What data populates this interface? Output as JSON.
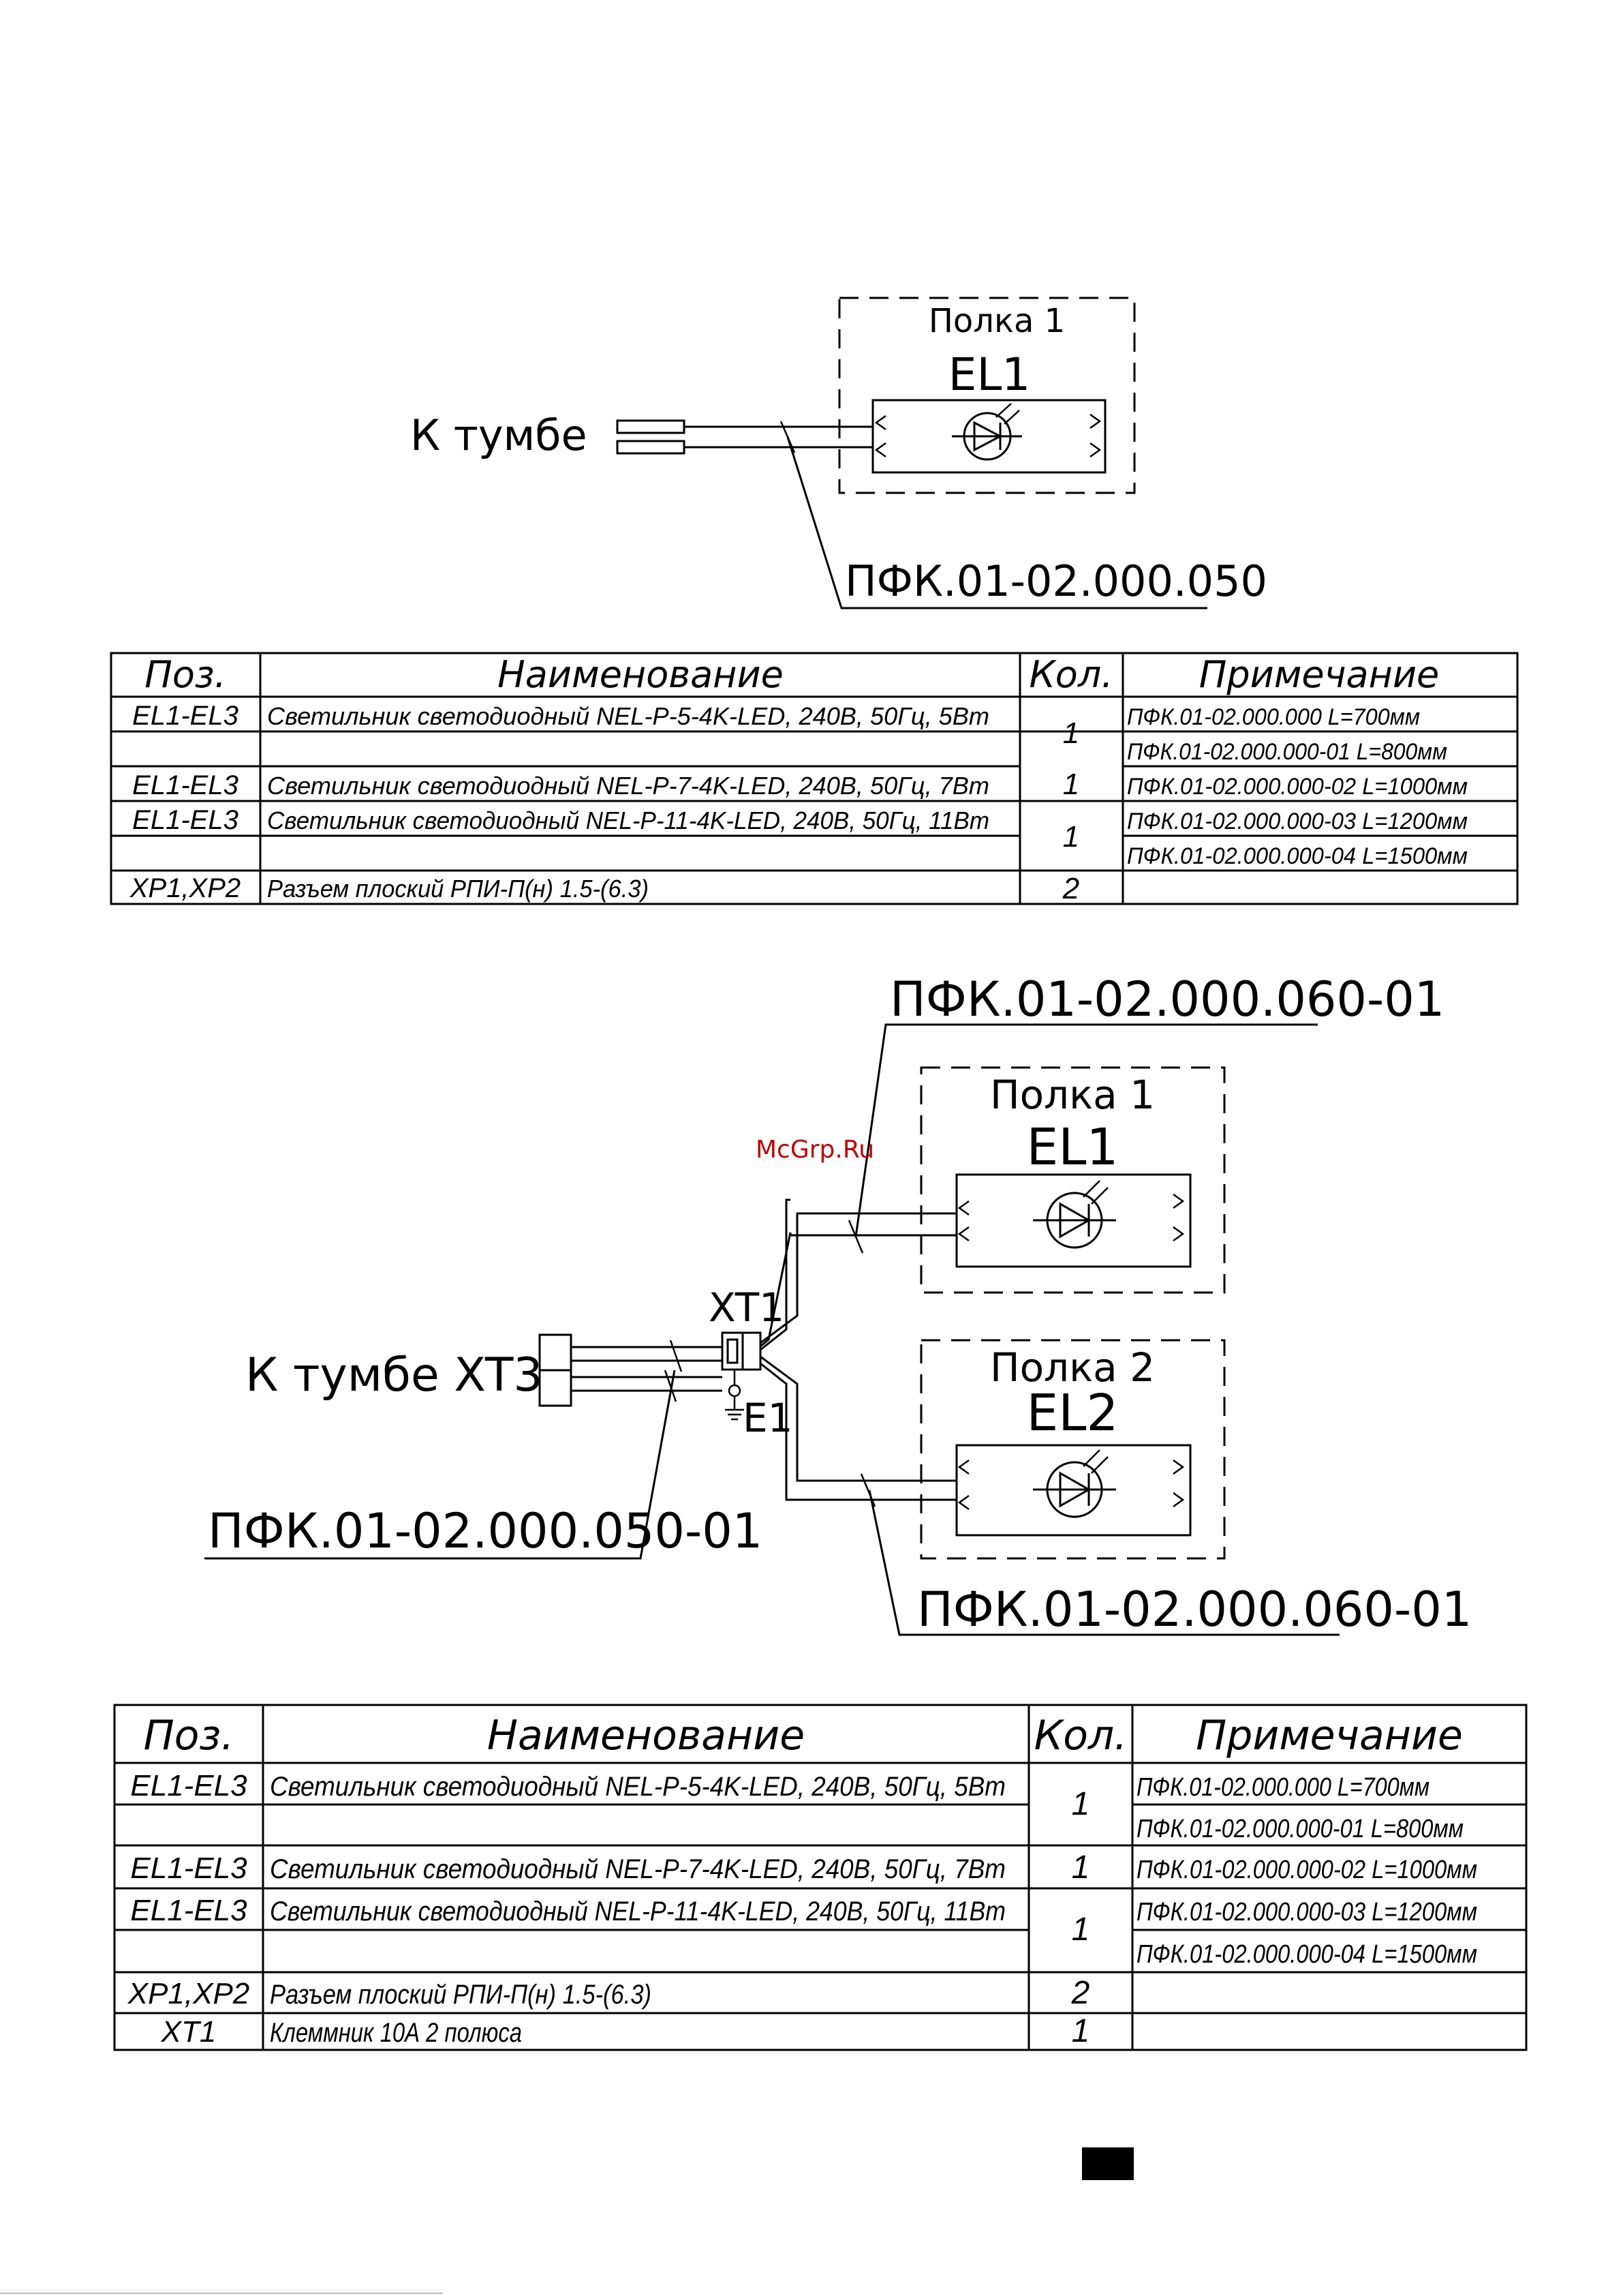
{
  "diagram1": {
    "shelf_label": "Полка 1",
    "lamp_label": "EL1",
    "source_label": "К тумбе",
    "cable_label": "ПФК.01-02.000.050"
  },
  "table1": {
    "headers": [
      "Поз.",
      "Наименование",
      "Кол.",
      "Примечание"
    ],
    "rows": [
      {
        "pos": "EL1-EL3",
        "name": "Светильник светодиодный NEL-P-5-4K-LED, 240B, 50Гц, 5Вт",
        "qty": "1",
        "note": "ПФК.01-02.000.000 L=700мм"
      },
      {
        "pos": "",
        "name": "",
        "qty": "",
        "note": "ПФК.01-02.000.000-01 L=800мм"
      },
      {
        "pos": "EL1-EL3",
        "name": "Светильник светодиодный NEL-P-7-4K-LED, 240B, 50Гц, 7Вт",
        "qty": "1",
        "note": "ПФК.01-02.000.000-02 L=1000мм"
      },
      {
        "pos": "EL1-EL3",
        "name": "Светильник светодиодный NEL-P-11-4K-LED, 240B, 50Гц, 11Вт",
        "qty": "1",
        "note": "ПФК.01-02.000.000-03 L=1200мм"
      },
      {
        "pos": "",
        "name": "",
        "qty": "",
        "note": "ПФК.01-02.000.000-04 L=1500мм"
      },
      {
        "pos": "XP1,XP2",
        "name": "Разъем плоский РПИ-П(н) 1.5-(6.3)",
        "qty": "2",
        "note": ""
      }
    ]
  },
  "diagram2": {
    "top_cable_label": "ПФК.01-02.000.060-01",
    "shelf1_label": "Полка 1",
    "lamp1_label": "EL1",
    "shelf2_label": "Полка 2",
    "lamp2_label": "EL2",
    "terminal_label": "XT1",
    "ground_label": "E1",
    "source_label": "К тумбе XT3",
    "left_cable_label": "ПФК.01-02.000.050-01",
    "bottom_cable_label": "ПФК.01-02.000.060-01"
  },
  "table2": {
    "headers": [
      "Поз.",
      "Наименование",
      "Кол.",
      "Примечание"
    ],
    "rows": [
      {
        "pos": "EL1-EL3",
        "name": "Светильник светодиодный NEL-P-5-4K-LED, 240B, 50Гц, 5Вт",
        "qty": "1",
        "note": "ПФК.01-02.000.000 L=700мм"
      },
      {
        "pos": "",
        "name": "",
        "qty": "",
        "note": "ПФК.01-02.000.000-01 L=800мм"
      },
      {
        "pos": "EL1-EL3",
        "name": "Светильник светодиодный NEL-P-7-4K-LED, 240B, 50Гц, 7Вт",
        "qty": "1",
        "note": "ПФК.01-02.000.000-02 L=1000мм"
      },
      {
        "pos": "EL1-EL3",
        "name": "Светильник светодиодный NEL-P-11-4K-LED, 240B, 50Гц, 11Вт",
        "qty": "1",
        "note": "ПФК.01-02.000.000-03 L=1200мм"
      },
      {
        "pos": "",
        "name": "",
        "qty": "",
        "note": "ПФК.01-02.000.000-04 L=1500мм"
      },
      {
        "pos": "XP1,XP2",
        "name": "Разъем плоский РПИ-П(н) 1.5-(6.3)",
        "qty": "2",
        "note": ""
      },
      {
        "pos": "XT1",
        "name": "Клеммник 10А 2 полюса",
        "qty": "1",
        "note": ""
      }
    ]
  },
  "watermark": "McGrp.Ru",
  "colors": {
    "ink": "#000000",
    "watermark": "#c00000"
  }
}
